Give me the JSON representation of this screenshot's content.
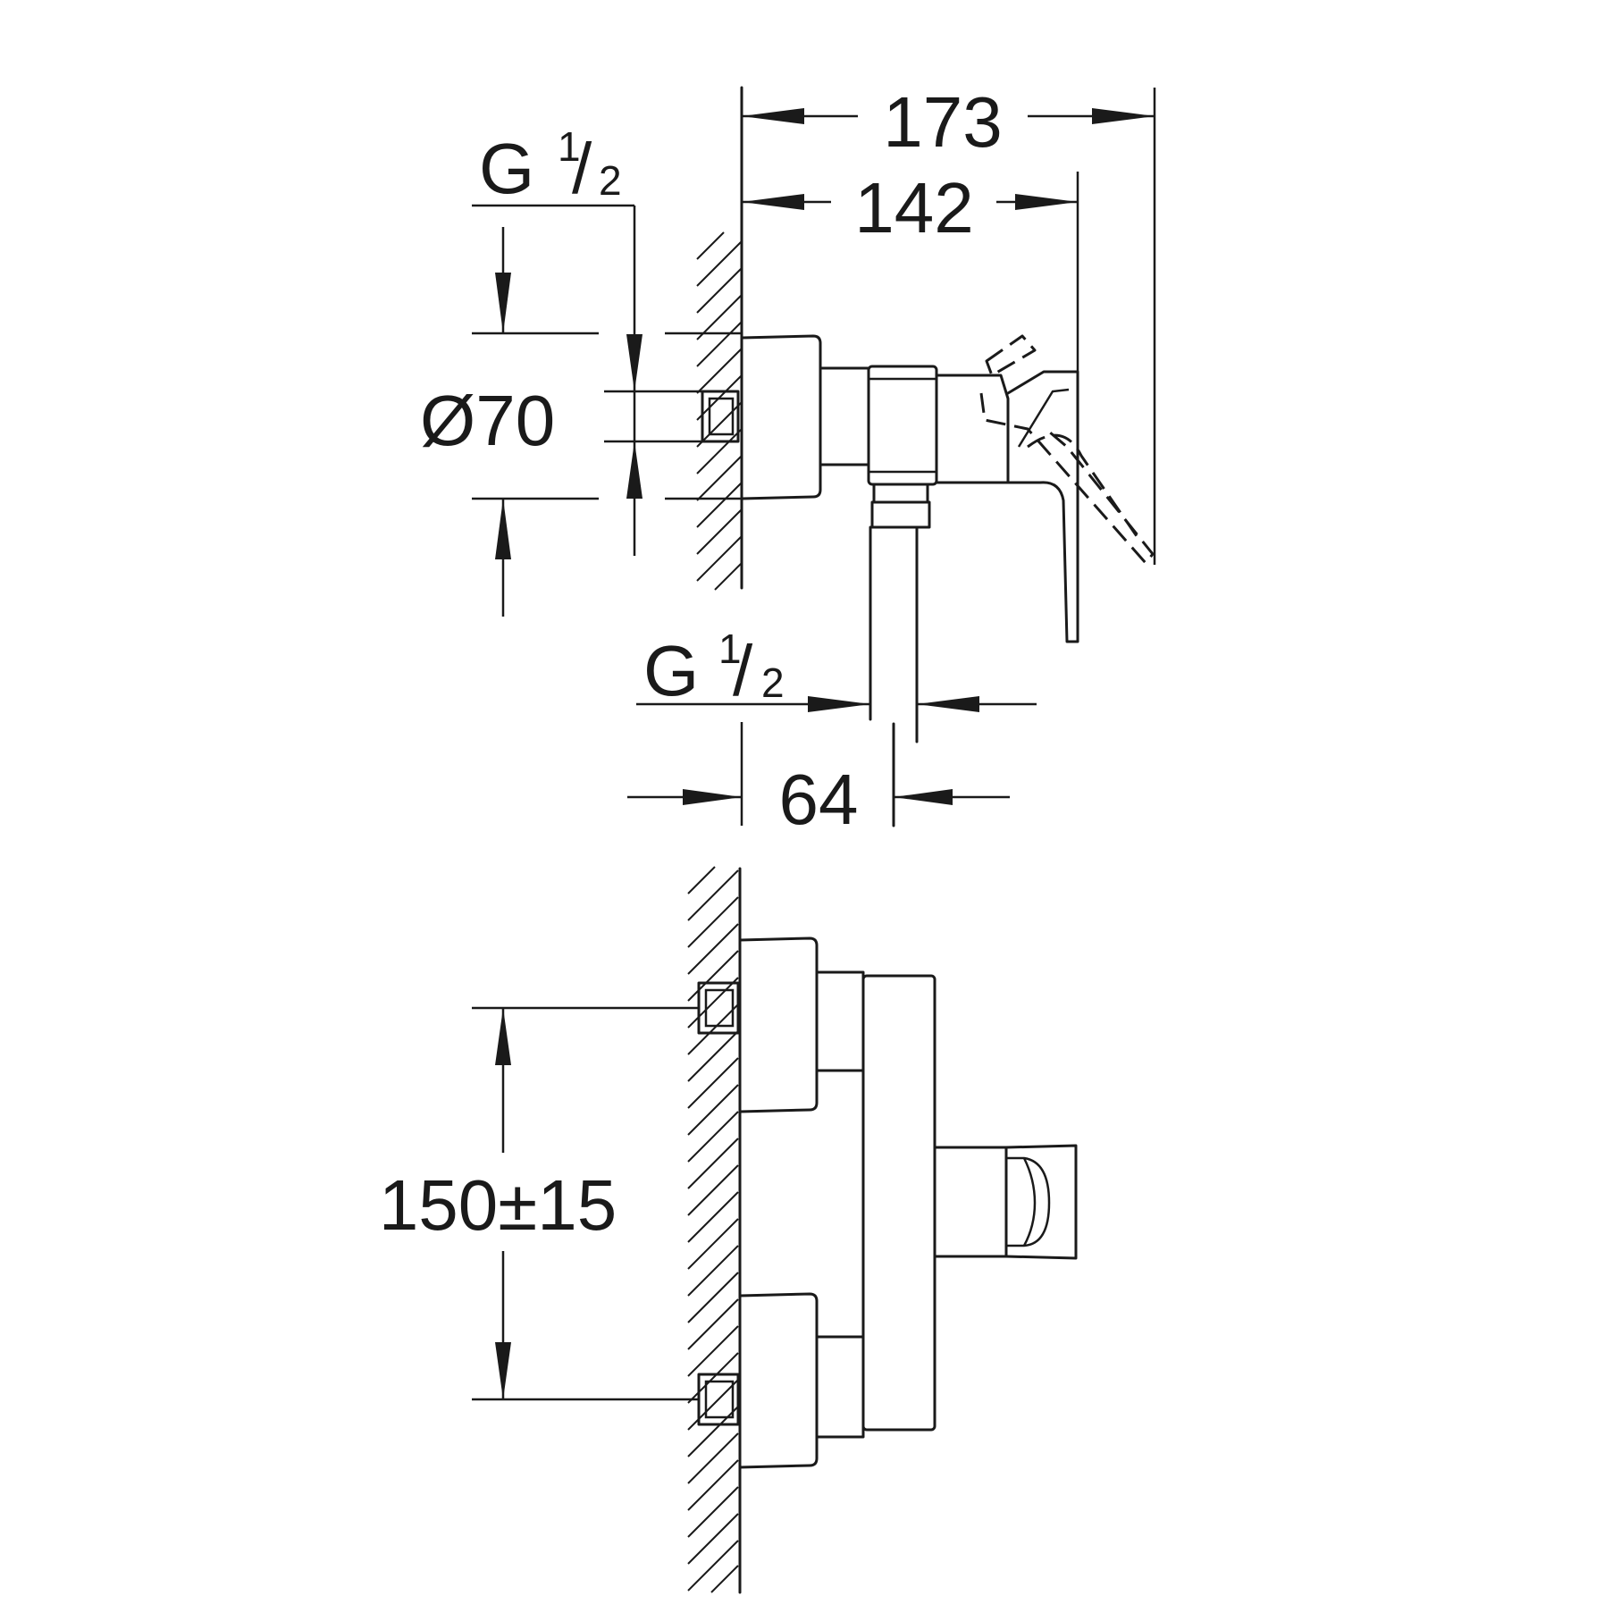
{
  "side_view": {
    "dim_total_depth": "173",
    "dim_body_depth": "142",
    "dim_diameter": "Ø70",
    "dim_inlet_thread": {
      "letter": "G",
      "num": "1",
      "slash": "/",
      "den": "2"
    },
    "dim_outlet_thread": {
      "letter": "G",
      "num": "1",
      "slash": "/",
      "den": "2"
    },
    "dim_outlet_offset": "64"
  },
  "front_view": {
    "dim_inlet_spacing": "150±15"
  }
}
